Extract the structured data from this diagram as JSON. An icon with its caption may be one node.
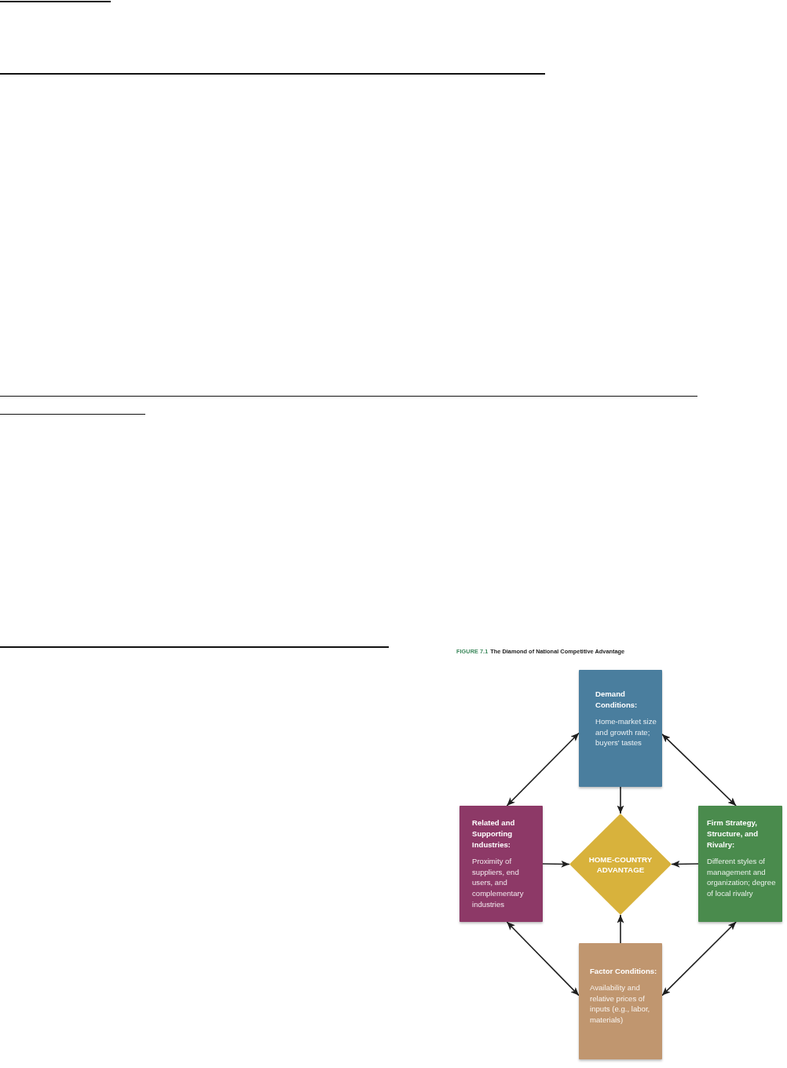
{
  "diagram": {
    "title": "The Diamond of National Competitive Advantage",
    "nodes": [
      {
        "text": [
          "Demand Conditions:",
          "Home-market size and growth rate; buyers' tastes"
        ]
      },
      {
        "text": [
          "Related and Supporting Industries:",
          "Proximity of suppliers, end users, and complementary industries"
        ]
      },
      {
        "text": [
          "HOME-COUNTRY ADVANTAGE"
        ]
      },
      {
        "text": [
          "Firm Strategy, Structure, and Rivalry:",
          "Different styles of management and organization; degree of local rivalry"
        ]
      },
      {
        "text": [
          "Factor Conditions:",
          "Availability and relative prices of inputs (e.g., labor, materials)"
        ]
      }
    ],
    "edges": [
      {
        "from": 0,
        "to": 1,
        "arrow": "both"
      },
      {
        "from": 0,
        "to": 3,
        "arrow": "both"
      },
      {
        "from": 0,
        "to": 2,
        "arrow": "to"
      },
      {
        "from": 1,
        "to": 2,
        "arrow": "to"
      },
      {
        "from": 3,
        "to": 2,
        "arrow": "to"
      },
      {
        "from": 4,
        "to": 2,
        "arrow": "to"
      },
      {
        "from": 1,
        "to": 4,
        "arrow": "both"
      },
      {
        "from": 3,
        "to": 4,
        "arrow": "both"
      }
    ],
    "labels": [
      "FIGURE 7.1"
    ]
  }
}
